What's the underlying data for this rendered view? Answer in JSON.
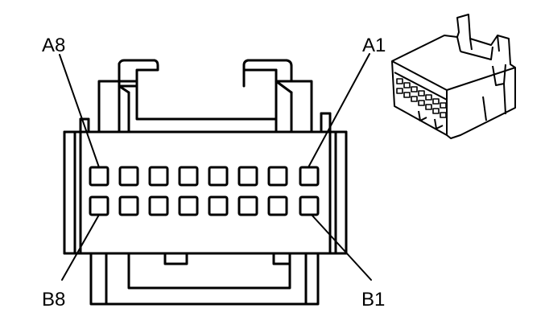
{
  "diagram": {
    "labels": {
      "a8": "A8",
      "a1": "A1",
      "b8": "B8",
      "b1": "B1"
    },
    "rows": {
      "a": {
        "pins": 8
      },
      "b": {
        "pins": 8
      }
    },
    "colors": {
      "line": "#000000",
      "background": "#ffffff"
    }
  }
}
